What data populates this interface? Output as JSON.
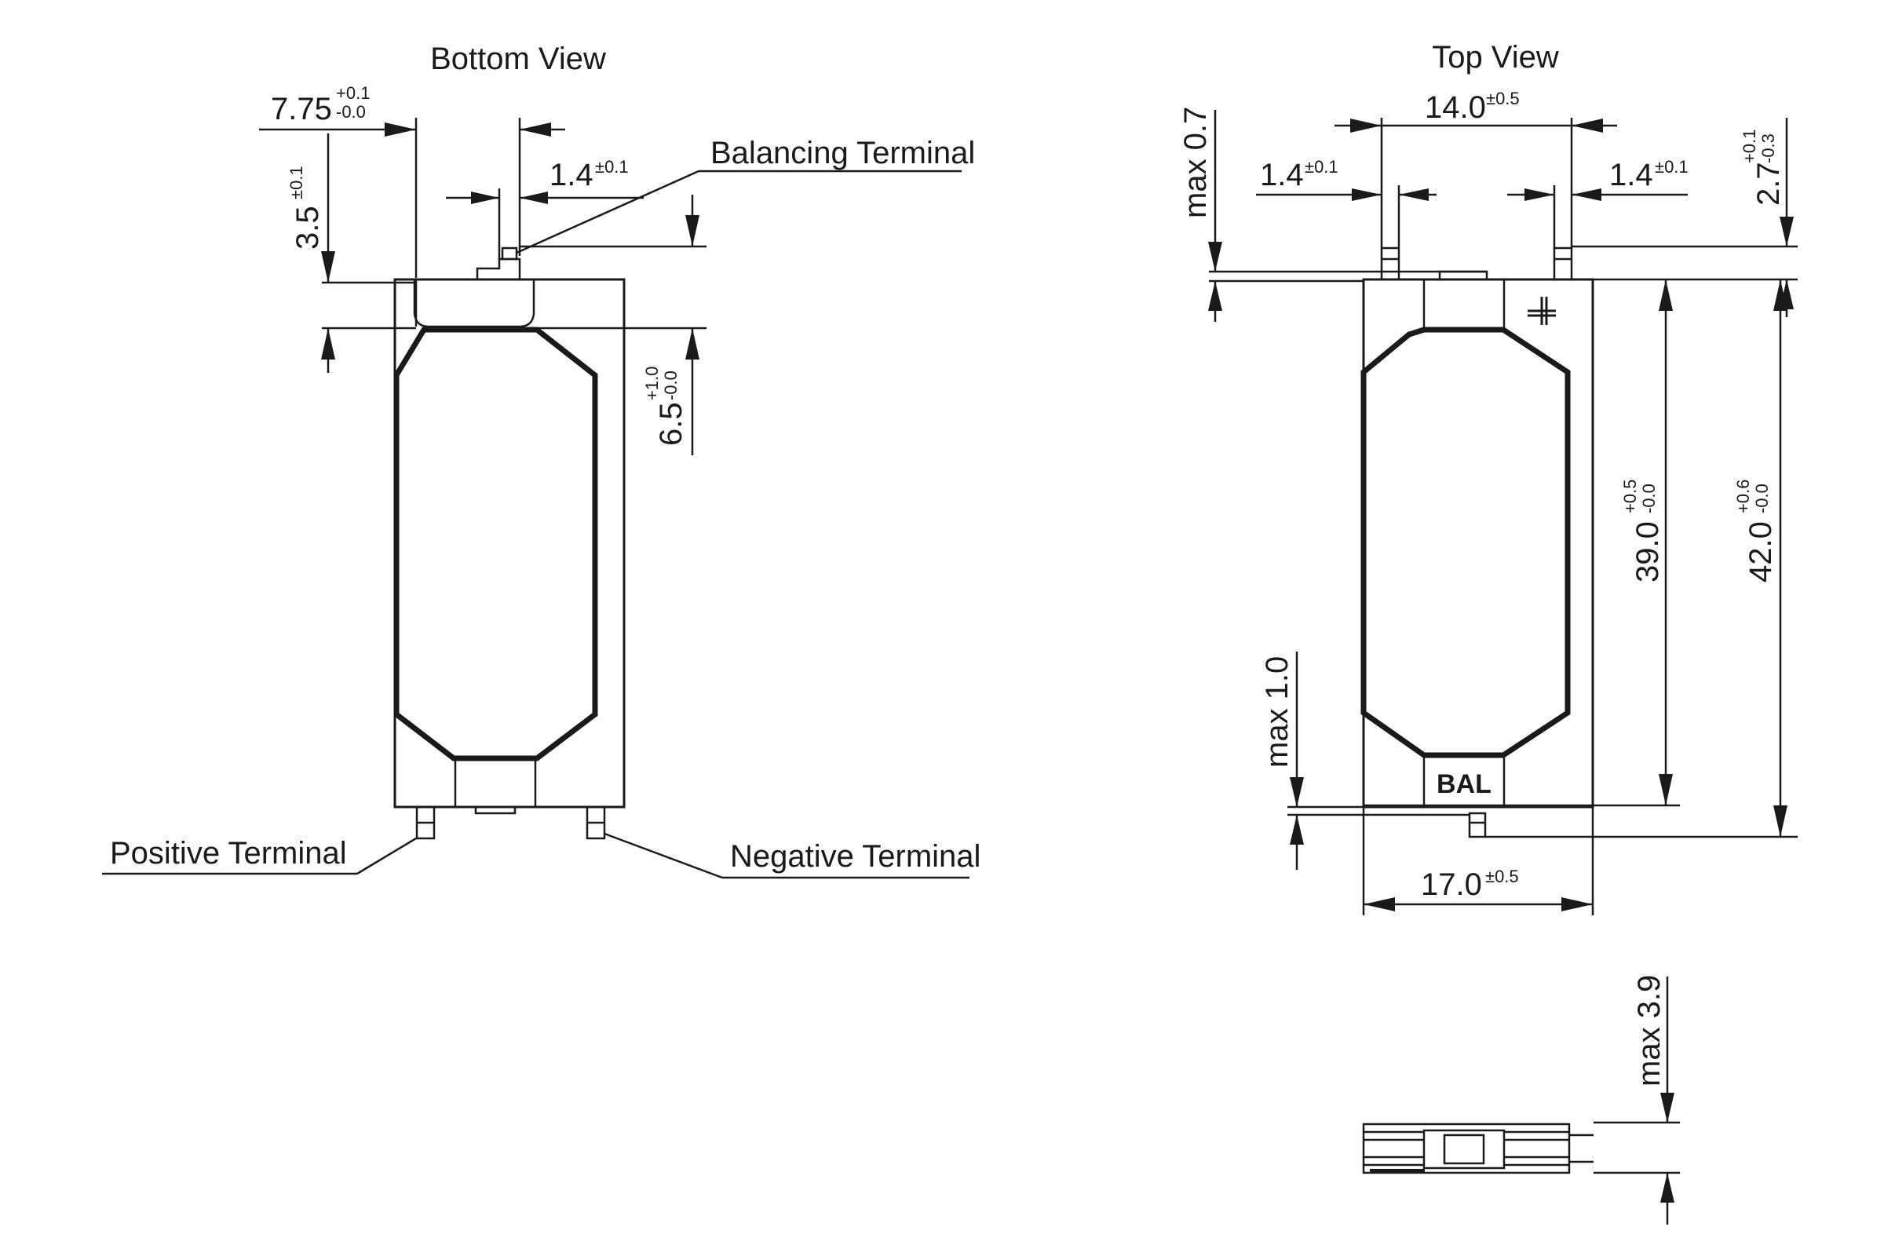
{
  "views": {
    "bottom_title": "Bottom View",
    "top_title": "Top View"
  },
  "labels": {
    "balancing_terminal": "Balancing Terminal",
    "positive_terminal": "Positive Terminal",
    "negative_terminal": "Negative Terminal",
    "bal_marking": "BAL",
    "plus_marking": "+"
  },
  "dimensions": {
    "d_7_75": {
      "value": "7.75",
      "tol_upper": "+0.1",
      "tol_lower": "-0.0"
    },
    "d_1_4_bottom": {
      "value": "1.4",
      "tol": "±0.1"
    },
    "d_3_5": {
      "value": "3.5",
      "tol": "±0.1"
    },
    "d_6_5": {
      "value": "6.5",
      "tol_upper": "+1.0",
      "tol_lower": "-0.0"
    },
    "d_14_0": {
      "value": "14.0",
      "tol": "±0.5"
    },
    "d_1_4_left": {
      "value": "1.4",
      "tol": "±0.1"
    },
    "d_1_4_right": {
      "value": "1.4",
      "tol": "±0.1"
    },
    "d_max_0_7": {
      "value": "max 0.7"
    },
    "d_2_7": {
      "value": "2.7",
      "tol_upper": "+0.1",
      "tol_lower": "-0.3"
    },
    "d_39_0": {
      "value": "39.0",
      "tol_upper": "+0.5",
      "tol_lower": "-0.0"
    },
    "d_42_0": {
      "value": "42.0",
      "tol_upper": "+0.6",
      "tol_lower": "-0.0"
    },
    "d_max_1_0": {
      "value": "max 1.0"
    },
    "d_17_0": {
      "value": "17.0",
      "tol": "±0.5"
    },
    "d_max_3_9": {
      "value": "max 3.9"
    }
  },
  "colors": {
    "line": "#1a1a1a",
    "background": "#ffffff"
  }
}
